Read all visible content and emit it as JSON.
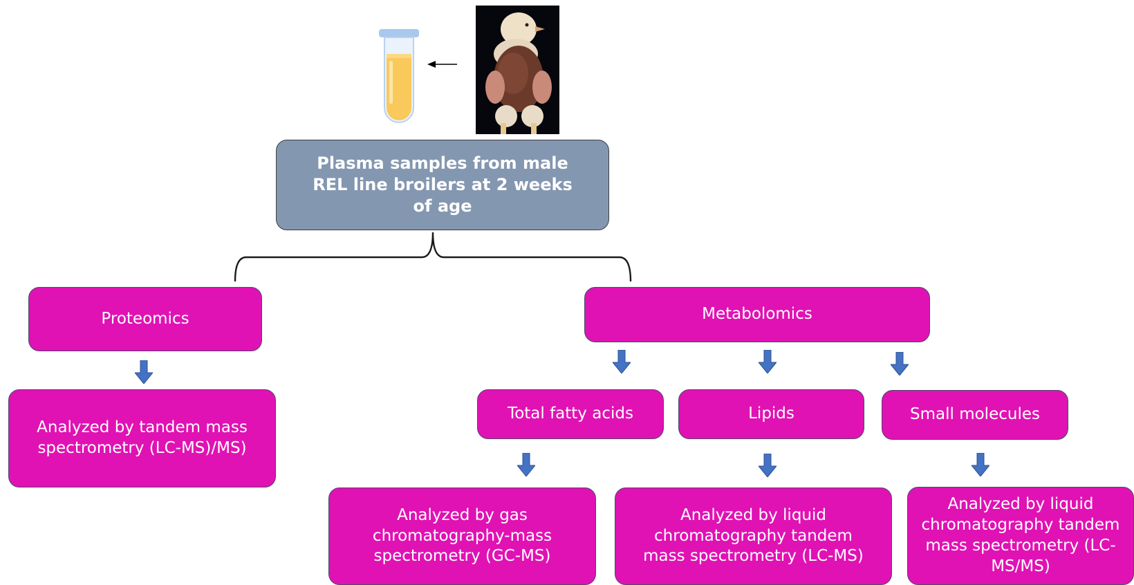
{
  "root": {
    "label": "Plasma samples from male REL line broilers at 2 weeks of age"
  },
  "branches": {
    "proteomics": {
      "label": "Proteomics",
      "method": "Analyzed by tandem mass spectrometry (LC-MS)/MS)"
    },
    "metabolomics": {
      "label": "Metabolomics",
      "children": [
        {
          "label": "Total fatty acids",
          "method": "Analyzed by gas chromatography-mass spectrometry (GC-MS)"
        },
        {
          "label": "Lipids",
          "method": "Analyzed by liquid chromatography tandem mass spectrometry (LC-MS)"
        },
        {
          "label": "Small molecules",
          "method": "Analyzed by liquid chromatography tandem mass spectrometry (LC-MS/MS)"
        }
      ]
    }
  },
  "icons": {
    "sample_tube": "blood-tube-icon",
    "specimen_photo": "chick-specimen-photo"
  },
  "colors": {
    "magenta_box": "#e012b4",
    "root_box": "#8497b0",
    "flow_arrow": "#4472c4"
  }
}
